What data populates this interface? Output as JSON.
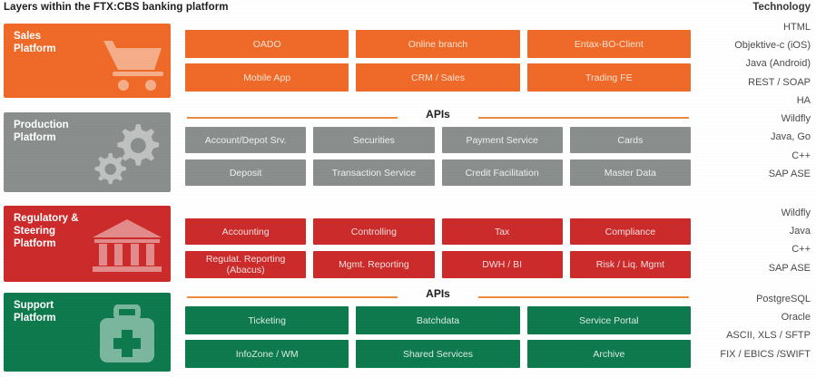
{
  "page_title": "Layers within the FTX:CBS banking platform",
  "technology_column": {
    "header": "Technology",
    "groups": [
      {
        "layer": "sales",
        "items": [
          "HTML",
          "Objektive-c (iOS)",
          "Java (Android)",
          "REST / SOAP"
        ]
      },
      {
        "layer": "production",
        "items": [
          "HA",
          "Wildfly",
          "Java, Go",
          "C++",
          "SAP ASE"
        ]
      },
      {
        "layer": "regulatory",
        "items": [
          "Wildfly",
          "Java",
          "C++",
          "SAP ASE"
        ]
      },
      {
        "layer": "support",
        "items": [
          "PostgreSQL",
          "Oracle",
          "ASCII, XLS / SFTP",
          "FIX / EBICS /SWIFT"
        ]
      }
    ]
  },
  "api_divider": {
    "label": "APIs"
  },
  "colors": {
    "sales": "#ef6a28",
    "production": "#8a8e8c",
    "regulatory": "#cc2b2b",
    "support": "#0e7a4e",
    "api_rule": "#f08a3c",
    "text_dark": "#1c1c1c"
  },
  "layers": [
    {
      "id": "sales",
      "badge_label": "Sales\nPlatform",
      "icon": "shopping-cart-icon",
      "rows": [
        [
          "OADO",
          "Online branch",
          "Entax-BO-Client"
        ],
        [
          "Mobile App",
          "CRM / Sales",
          "Trading FE"
        ]
      ]
    },
    {
      "id": "production",
      "badge_label": "Production\nPlatform",
      "icon": "gears-icon",
      "rows": [
        [
          "Account/Depot Srv.",
          "Securities",
          "Payment Service",
          "Cards"
        ],
        [
          "Deposit",
          "Transaction Service",
          "Credit Facilitation",
          "Master Data"
        ]
      ]
    },
    {
      "id": "regulatory",
      "badge_label": "Regulatory &\nSteering\nPlatform",
      "icon": "bank-building-icon",
      "rows": [
        [
          "Accounting",
          "Controlling",
          "Tax",
          "Compliance"
        ],
        [
          "Regulat. Reporting\n(Abacus)",
          "Mgmt. Reporting",
          "DWH / BI",
          "Risk / Liq. Mgmt"
        ]
      ]
    },
    {
      "id": "support",
      "badge_label": "Support\nPlatform",
      "icon": "first-aid-kit-icon",
      "rows": [
        [
          "Ticketing",
          "Batchdata",
          "Service Portal"
        ],
        [
          "InfoZone / WM",
          "Shared Services",
          "Archive"
        ]
      ]
    }
  ]
}
